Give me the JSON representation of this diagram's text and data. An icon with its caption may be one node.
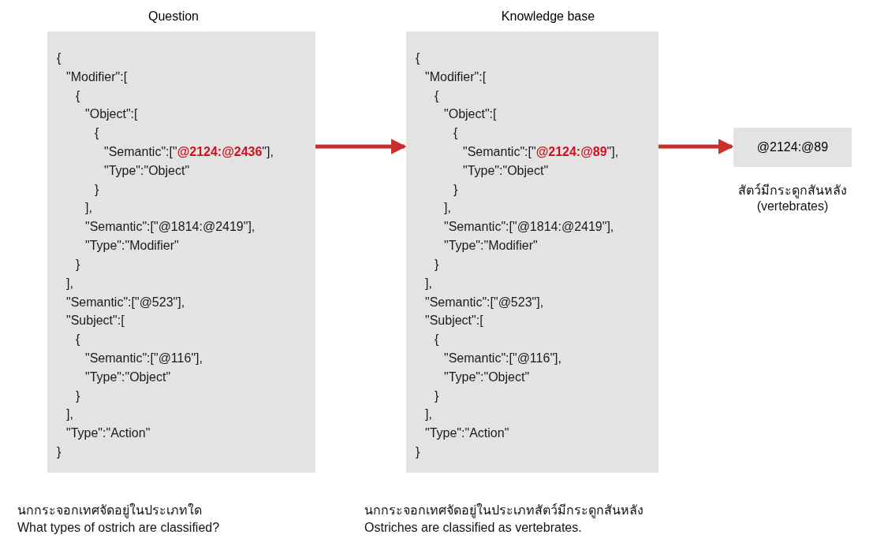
{
  "diagram": {
    "nodes": [
      {
        "text": [
          "Question",
          "{",
          "\"Modifier\":[",
          "{",
          "\"Object\":[",
          "{",
          "\"Semantic\":[\"**@2124:@2436**\"],",
          "\"Type\":\"Object\"",
          "}",
          "],",
          "\"Semantic\":[\"@1814:@2419\"],",
          "\"Type\":\"Modifier\"",
          "}",
          "],",
          "\"Semantic\":[\"@523\"],",
          "\"Subject\":[",
          "{",
          "\"Semantic\":[\"@116\"],",
          "\"Type\":\"Object\"",
          "}",
          "],",
          "\"Type\":\"Action\"",
          "}"
        ],
        "beside": [
          "นกกระจอกเทศจัดอยู่ในประเภทใด",
          "What types of ostrich are classified?"
        ]
      },
      {
        "text": [
          "Knowledge base",
          "{",
          "\"Modifier\":[",
          "{",
          "\"Object\":[",
          "{",
          "\"Semantic\":[\"**@2124:@89**\"],",
          "\"Type\":\"Object\"",
          "}",
          "],",
          "\"Semantic\":[\"@1814:@2419\"],",
          "\"Type\":\"Modifier\"",
          "}",
          "],",
          "\"Semantic\":[\"@523\"],",
          "\"Subject\":[",
          "{",
          "\"Semantic\":[\"@116\"],",
          "\"Type\":\"Object\"",
          "}",
          "],",
          "\"Type\":\"Action\"",
          "}"
        ],
        "beside": [
          "นกกระจอกเทศจัดอยู่ในประเภทสัตว์มีกระดูกสันหลัง",
          "Ostriches are classified as vertebrates."
        ]
      },
      {
        "text": [
          "@2124:@89"
        ],
        "beside": [
          "สัตว์มีกระดูกสันหลัง (vertebrates)"
        ]
      }
    ],
    "edges": [
      {
        "from": 0,
        "to": 1,
        "arrow": "to"
      },
      {
        "from": 1,
        "to": 2,
        "arrow": "to"
      }
    ]
  }
}
